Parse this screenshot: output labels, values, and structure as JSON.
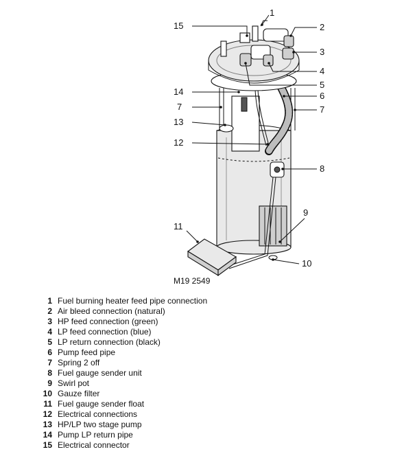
{
  "figure": {
    "id": "M19 2549",
    "legend": [
      {
        "n": "1",
        "text": "Fuel burning heater feed pipe connection"
      },
      {
        "n": "2",
        "text": "Air bleed connection (natural)"
      },
      {
        "n": "3",
        "text": "HP feed connection (green)"
      },
      {
        "n": "4",
        "text": "LP feed connection (blue)"
      },
      {
        "n": "5",
        "text": "LP return connection (black)"
      },
      {
        "n": "6",
        "text": "Pump feed pipe"
      },
      {
        "n": "7",
        "text": "Spring 2 off"
      },
      {
        "n": "8",
        "text": "Fuel gauge sender unit"
      },
      {
        "n": "9",
        "text": "Swirl pot"
      },
      {
        "n": "10",
        "text": "Gauze filter"
      },
      {
        "n": "11",
        "text": "Fuel gauge sender float"
      },
      {
        "n": "12",
        "text": "Electrical connections"
      },
      {
        "n": "13",
        "text": "HP/LP two stage pump"
      },
      {
        "n": "14",
        "text": "Pump LP return pipe"
      },
      {
        "n": "15",
        "text": "Electrical connector"
      }
    ]
  }
}
